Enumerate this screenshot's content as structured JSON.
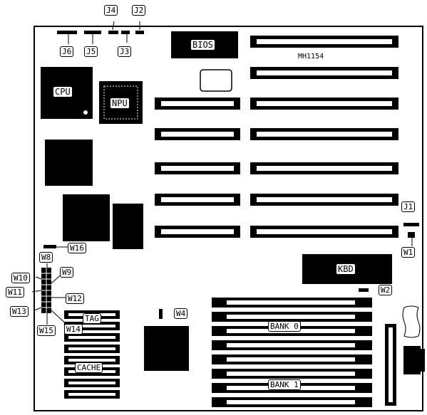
{
  "board": {
    "model": "MH1154",
    "chips": {
      "bios": "BIOS",
      "cpu": "CPU",
      "npu": "NPU",
      "kbd": "KBD"
    },
    "labels": {
      "j1": "J1",
      "j2": "J2",
      "j3": "J3",
      "j4": "J4",
      "j5": "J5",
      "j6": "J6",
      "w1": "W1",
      "w2": "W2",
      "w4": "W4",
      "w8": "W8",
      "w9": "W9",
      "w10": "W10",
      "w11": "W11",
      "w12": "W12",
      "w13": "W13",
      "w14": "W14",
      "w15": "W15",
      "w16": "W16",
      "tag": "TAG",
      "cache": "CACHE",
      "bank0": "BANK 0",
      "bank1": "BANK 1"
    }
  }
}
